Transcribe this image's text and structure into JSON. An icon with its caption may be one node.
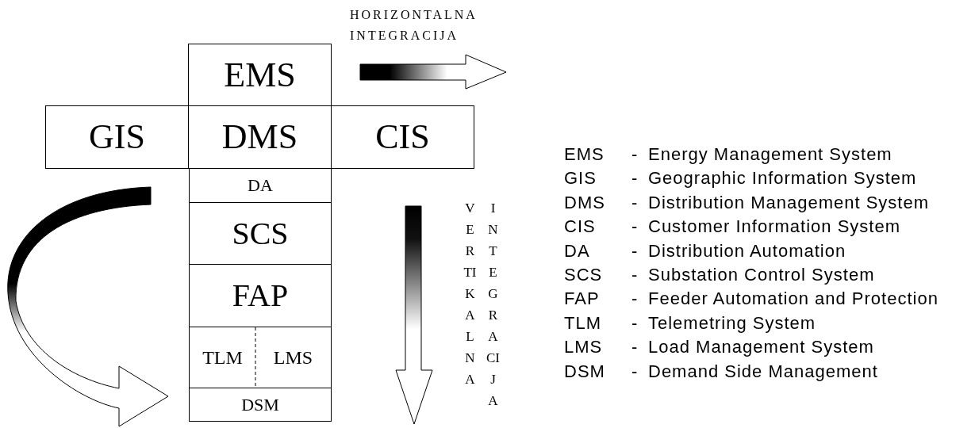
{
  "diagram": {
    "nodes": [
      {
        "text": [
          "EMS"
        ]
      },
      {
        "text": [
          "GIS"
        ]
      },
      {
        "text": [
          "DMS"
        ]
      },
      {
        "text": [
          "CIS"
        ]
      },
      {
        "text": [
          "DA"
        ]
      },
      {
        "text": [
          "SCS"
        ]
      },
      {
        "text": [
          "FAP"
        ]
      },
      {
        "text": [
          "TLM"
        ]
      },
      {
        "text": [
          "LMS"
        ]
      },
      {
        "text": [
          "DSM"
        ]
      }
    ],
    "labels": [
      "HORIZONTALNA INTEGRACIJA",
      "VERTIKALNA",
      "INTEGRACIJA",
      "EMS",
      "-",
      "Energy Management System",
      "GIS",
      "-",
      "Geographic Information System",
      "DMS",
      "-",
      "Distribution Management System",
      "CIS",
      "-",
      "Customer Information System",
      "DA",
      "-",
      "Distribution Automation",
      "SCS",
      "-",
      "Substation Control System",
      "FAP",
      "-",
      "Feeder Automation and Protection",
      "TLM",
      "-",
      "Telemetring System",
      "LMS",
      "-",
      "Load Management System",
      "DSM",
      "-",
      "Demand Side Management"
    ]
  }
}
